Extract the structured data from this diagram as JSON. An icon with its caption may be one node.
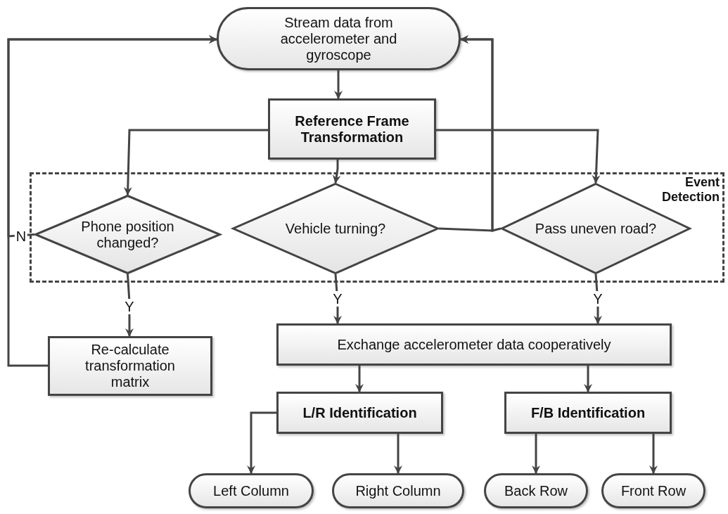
{
  "diagram": {
    "nodes": [
      {
        "text": [
          "Stream data from accelerometer and gyroscope"
        ]
      },
      {
        "text": [
          "Reference Frame Transformation"
        ]
      },
      {
        "text": [
          "Event Detection"
        ]
      },
      {
        "text": [
          "Phone position changed?"
        ],
        "in": 2
      },
      {
        "text": [
          "Vehicle turning?"
        ],
        "in": 2
      },
      {
        "text": [
          "Pass uneven road?"
        ],
        "in": 2
      },
      {
        "text": [
          "Re-calculate transformation matrix"
        ]
      },
      {
        "text": [
          "Exchange accelerometer data cooperatively"
        ]
      },
      {
        "text": [
          "L/R Identification"
        ]
      },
      {
        "text": [
          "F/B Identification"
        ]
      },
      {
        "text": [
          "Left Column"
        ]
      },
      {
        "text": [
          "Right Column"
        ]
      },
      {
        "text": [
          "Back Row"
        ]
      },
      {
        "text": [
          "Front Row"
        ]
      }
    ],
    "edges": [
      {
        "from": 0,
        "to": 1,
        "arrow": "to"
      },
      {
        "from": 1,
        "to": 3,
        "arrow": "to"
      },
      {
        "from": 1,
        "to": 4,
        "arrow": "to"
      },
      {
        "from": 1,
        "to": 5,
        "arrow": "to"
      },
      {
        "from": 3,
        "to": 6,
        "arrow": "to",
        "label": "Y"
      },
      {
        "from": 4,
        "to": 7,
        "arrow": "to",
        "label": "Y"
      },
      {
        "from": 5,
        "to": 7,
        "arrow": "to",
        "label": "Y"
      },
      {
        "from": 3,
        "to": 0,
        "arrow": "to",
        "label": "N"
      },
      {
        "from": 6,
        "to": 0,
        "arrow": "to"
      },
      {
        "from": 4,
        "to": 0,
        "arrow": "to"
      },
      {
        "from": 5,
        "to": 0,
        "arrow": "to"
      },
      {
        "from": 7,
        "to": 8,
        "arrow": "to"
      },
      {
        "from": 7,
        "to": 9,
        "arrow": "to"
      },
      {
        "from": 8,
        "to": 10,
        "arrow": "to"
      },
      {
        "from": 8,
        "to": 11,
        "arrow": "to"
      },
      {
        "from": 9,
        "to": 12,
        "arrow": "to"
      },
      {
        "from": 9,
        "to": 13,
        "arrow": "to"
      }
    ]
  }
}
